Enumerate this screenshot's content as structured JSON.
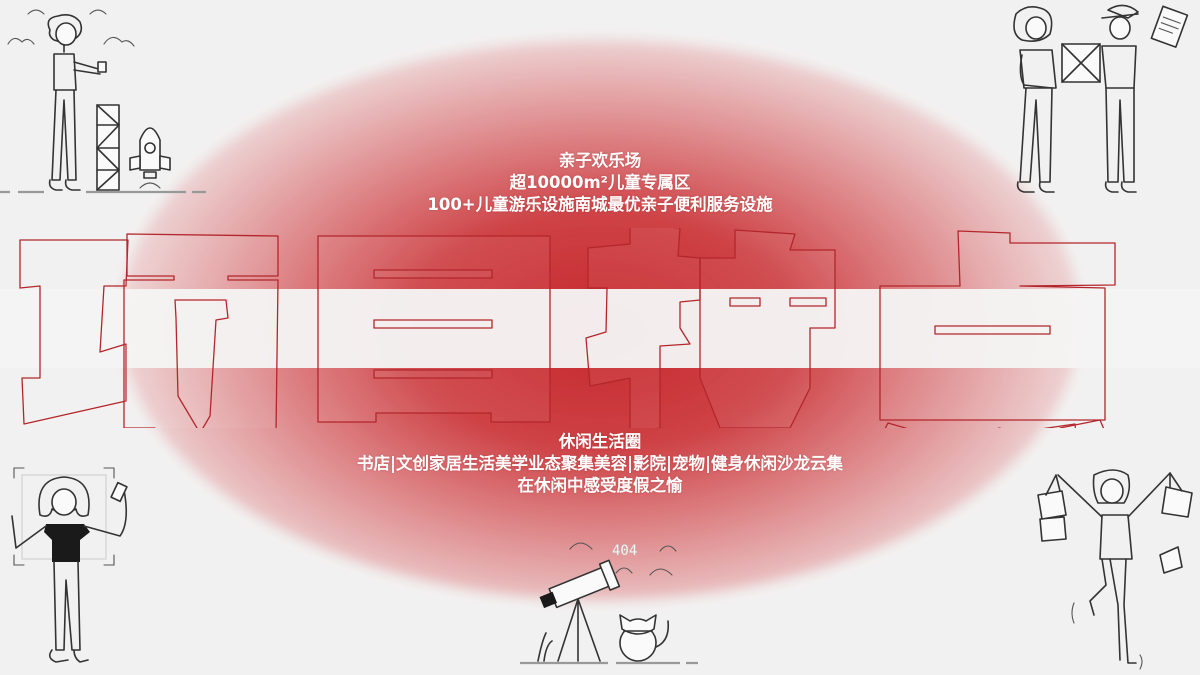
{
  "slide": {
    "title": "项目特点",
    "title_chars": [
      "项",
      "目",
      "特",
      "点"
    ],
    "colors": {
      "background": "#f2f1f1",
      "accent_red": "#c41e24",
      "band": "#f5f4f4",
      "outline": "#b3262b",
      "text": "#ffffff"
    }
  },
  "top_section": {
    "heading": "亲子欢乐场",
    "line2": "超10000m²儿童专属区",
    "line3": "100+儿童游乐设施南城最优亲子便利服务设施"
  },
  "bottom_section": {
    "heading": "休闲生活圈",
    "line2": "书店|文创家居生活美学业态聚集美容|影院|宠物|健身休闲沙龙云集",
    "line3": "在休闲中感受度假之愉"
  },
  "illustrations": {
    "top_left": "person-building-rocket",
    "top_right": "two-people-exchanging-package",
    "bottom_left": "person-taking-selfie",
    "bottom_right": "person-jumping-with-shopping-bags",
    "bottom_center": "telescope-and-cat",
    "bottom_center_label": "404"
  }
}
